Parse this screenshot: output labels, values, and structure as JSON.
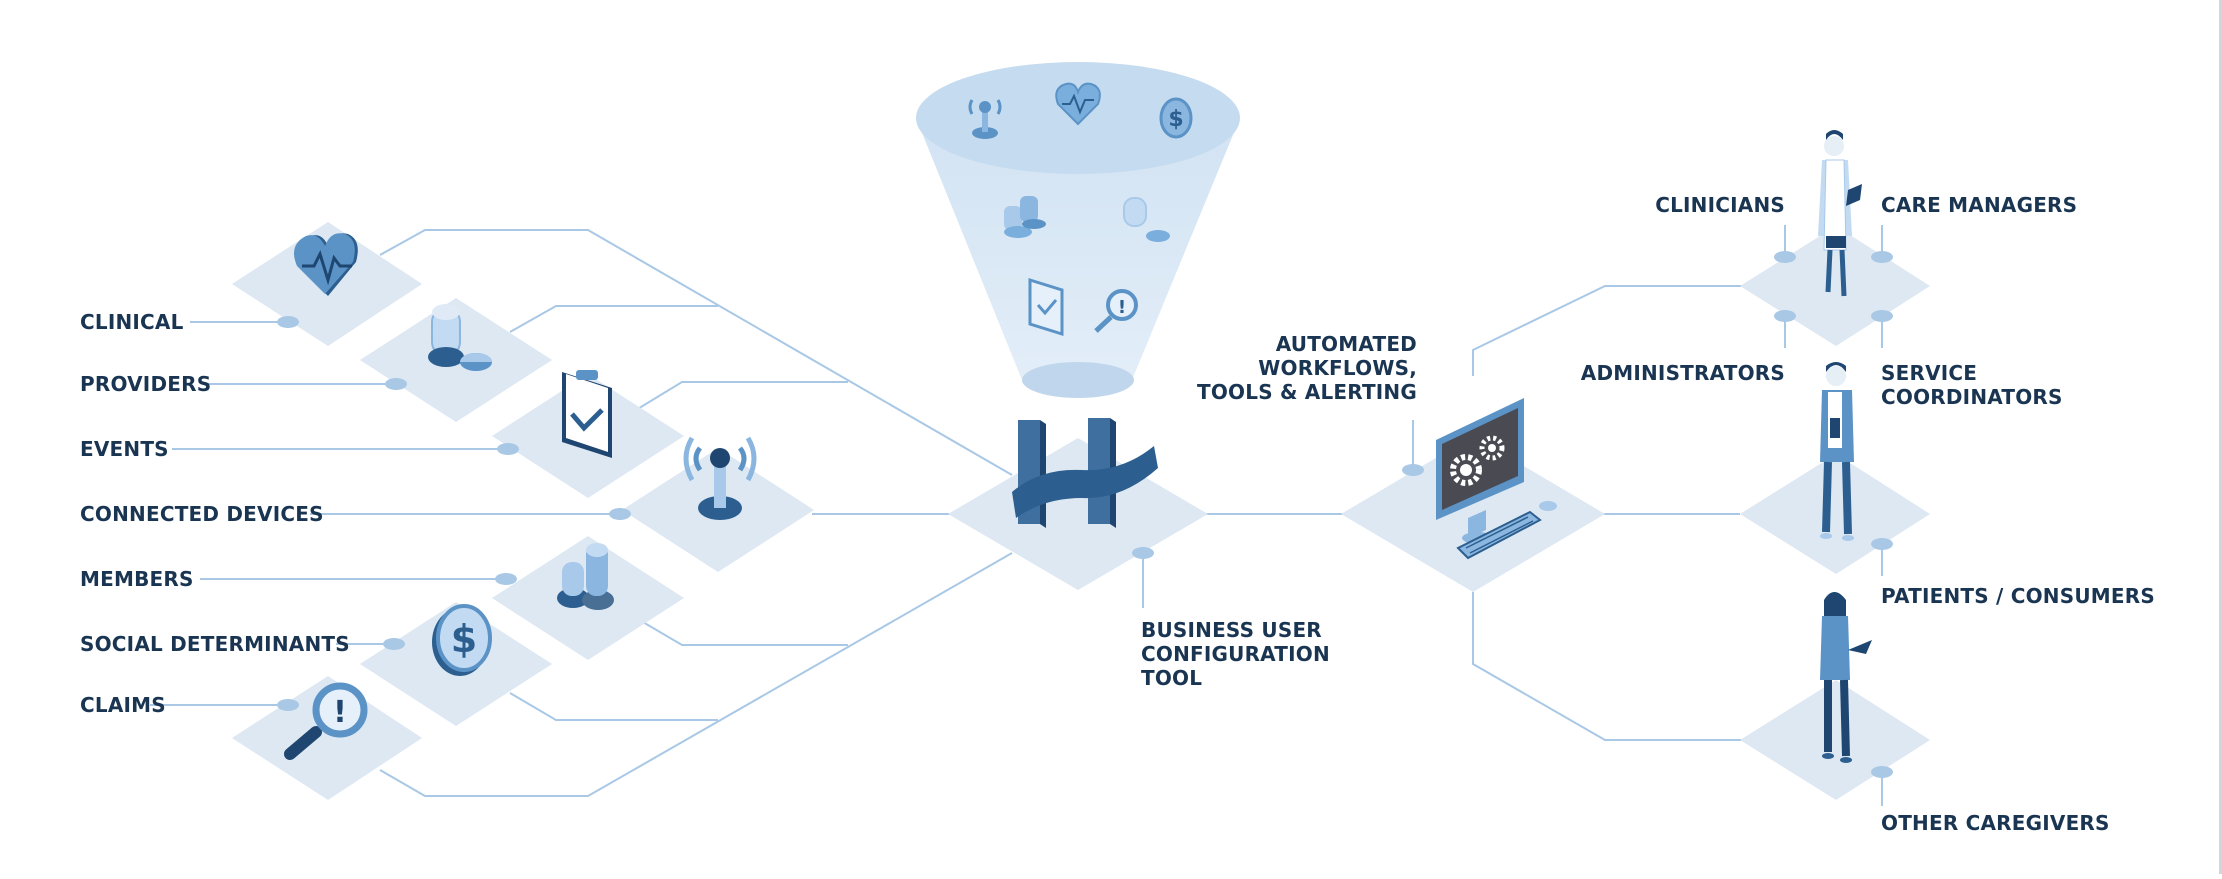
{
  "left_labels": {
    "clinical": "CLINICAL",
    "providers": "PROVIDERS",
    "events": "EVENTS",
    "connected_devices": "CONNECTED DEVICES",
    "members": "MEMBERS",
    "social_determinants": "SOCIAL DETERMINANTS",
    "claims": "CLAIMS"
  },
  "center": {
    "hub_icon": "h-logo-icon",
    "business_tool": [
      "BUSINESS USER",
      "CONFIGURATION",
      "TOOL"
    ],
    "workflows": [
      "AUTOMATED",
      "WORKFLOWS,",
      "TOOLS & ALERTING"
    ]
  },
  "right_labels": {
    "clinicians": "CLINICIANS",
    "care_managers": "CARE MANAGERS",
    "administrators": "ADMINISTRATORS",
    "service_coordinators": [
      "SERVICE",
      "COORDINATORS"
    ],
    "patients": "PATIENTS / CONSUMERS",
    "other_caregivers": "OTHER CAREGIVERS"
  },
  "colors": {
    "tile": "#dde8f3",
    "line": "#a9c8e6",
    "dot": "#a9c8e6",
    "icon_dark": "#2c5f8f",
    "icon_mid": "#5b93c7",
    "icon_light": "#a8c9ea",
    "text": "#1a3552",
    "funnel": "#cfe0f1"
  }
}
